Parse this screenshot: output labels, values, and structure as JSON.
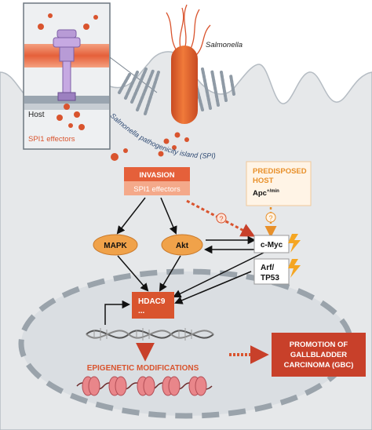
{
  "diagram": {
    "bacterium_label": "Salmonella",
    "inset_host_label": "Host",
    "inset_effectors_label": "SPI1 effectors",
    "spi_label": "Salmonella pathogenicity island (SPI)",
    "invasion_title": "INVASION",
    "invasion_effectors": "SPI1 effectors",
    "predisposed_line1": "PREDISPOSED",
    "predisposed_line2": "HOST",
    "apc_label": "Apc",
    "apc_superscript": "+/min",
    "question_mark": "?",
    "mapk_label": "MAPK",
    "akt_label": "Akt",
    "cmyc_label": "c-Myc",
    "arf_line1": "Arf/",
    "arf_line2": "TP53",
    "hdac9_label": "HDAC9",
    "hdac9_ellipsis": "...",
    "epigenetic_label": "EPIGENETIC MODIFICATIONS",
    "promotion_line1": "PROMOTION OF",
    "promotion_line2": "GALLBLADDER",
    "promotion_line3": "CARCINOMA (GBC)"
  },
  "colors": {
    "cell_fill": "#e6e8ea",
    "nucleus_fill": "#d9dde1",
    "accent_red": "#c8402a",
    "accent_orange": "#e8702a",
    "node_orange": "#f0a24a",
    "lightning": "#f5a623"
  }
}
